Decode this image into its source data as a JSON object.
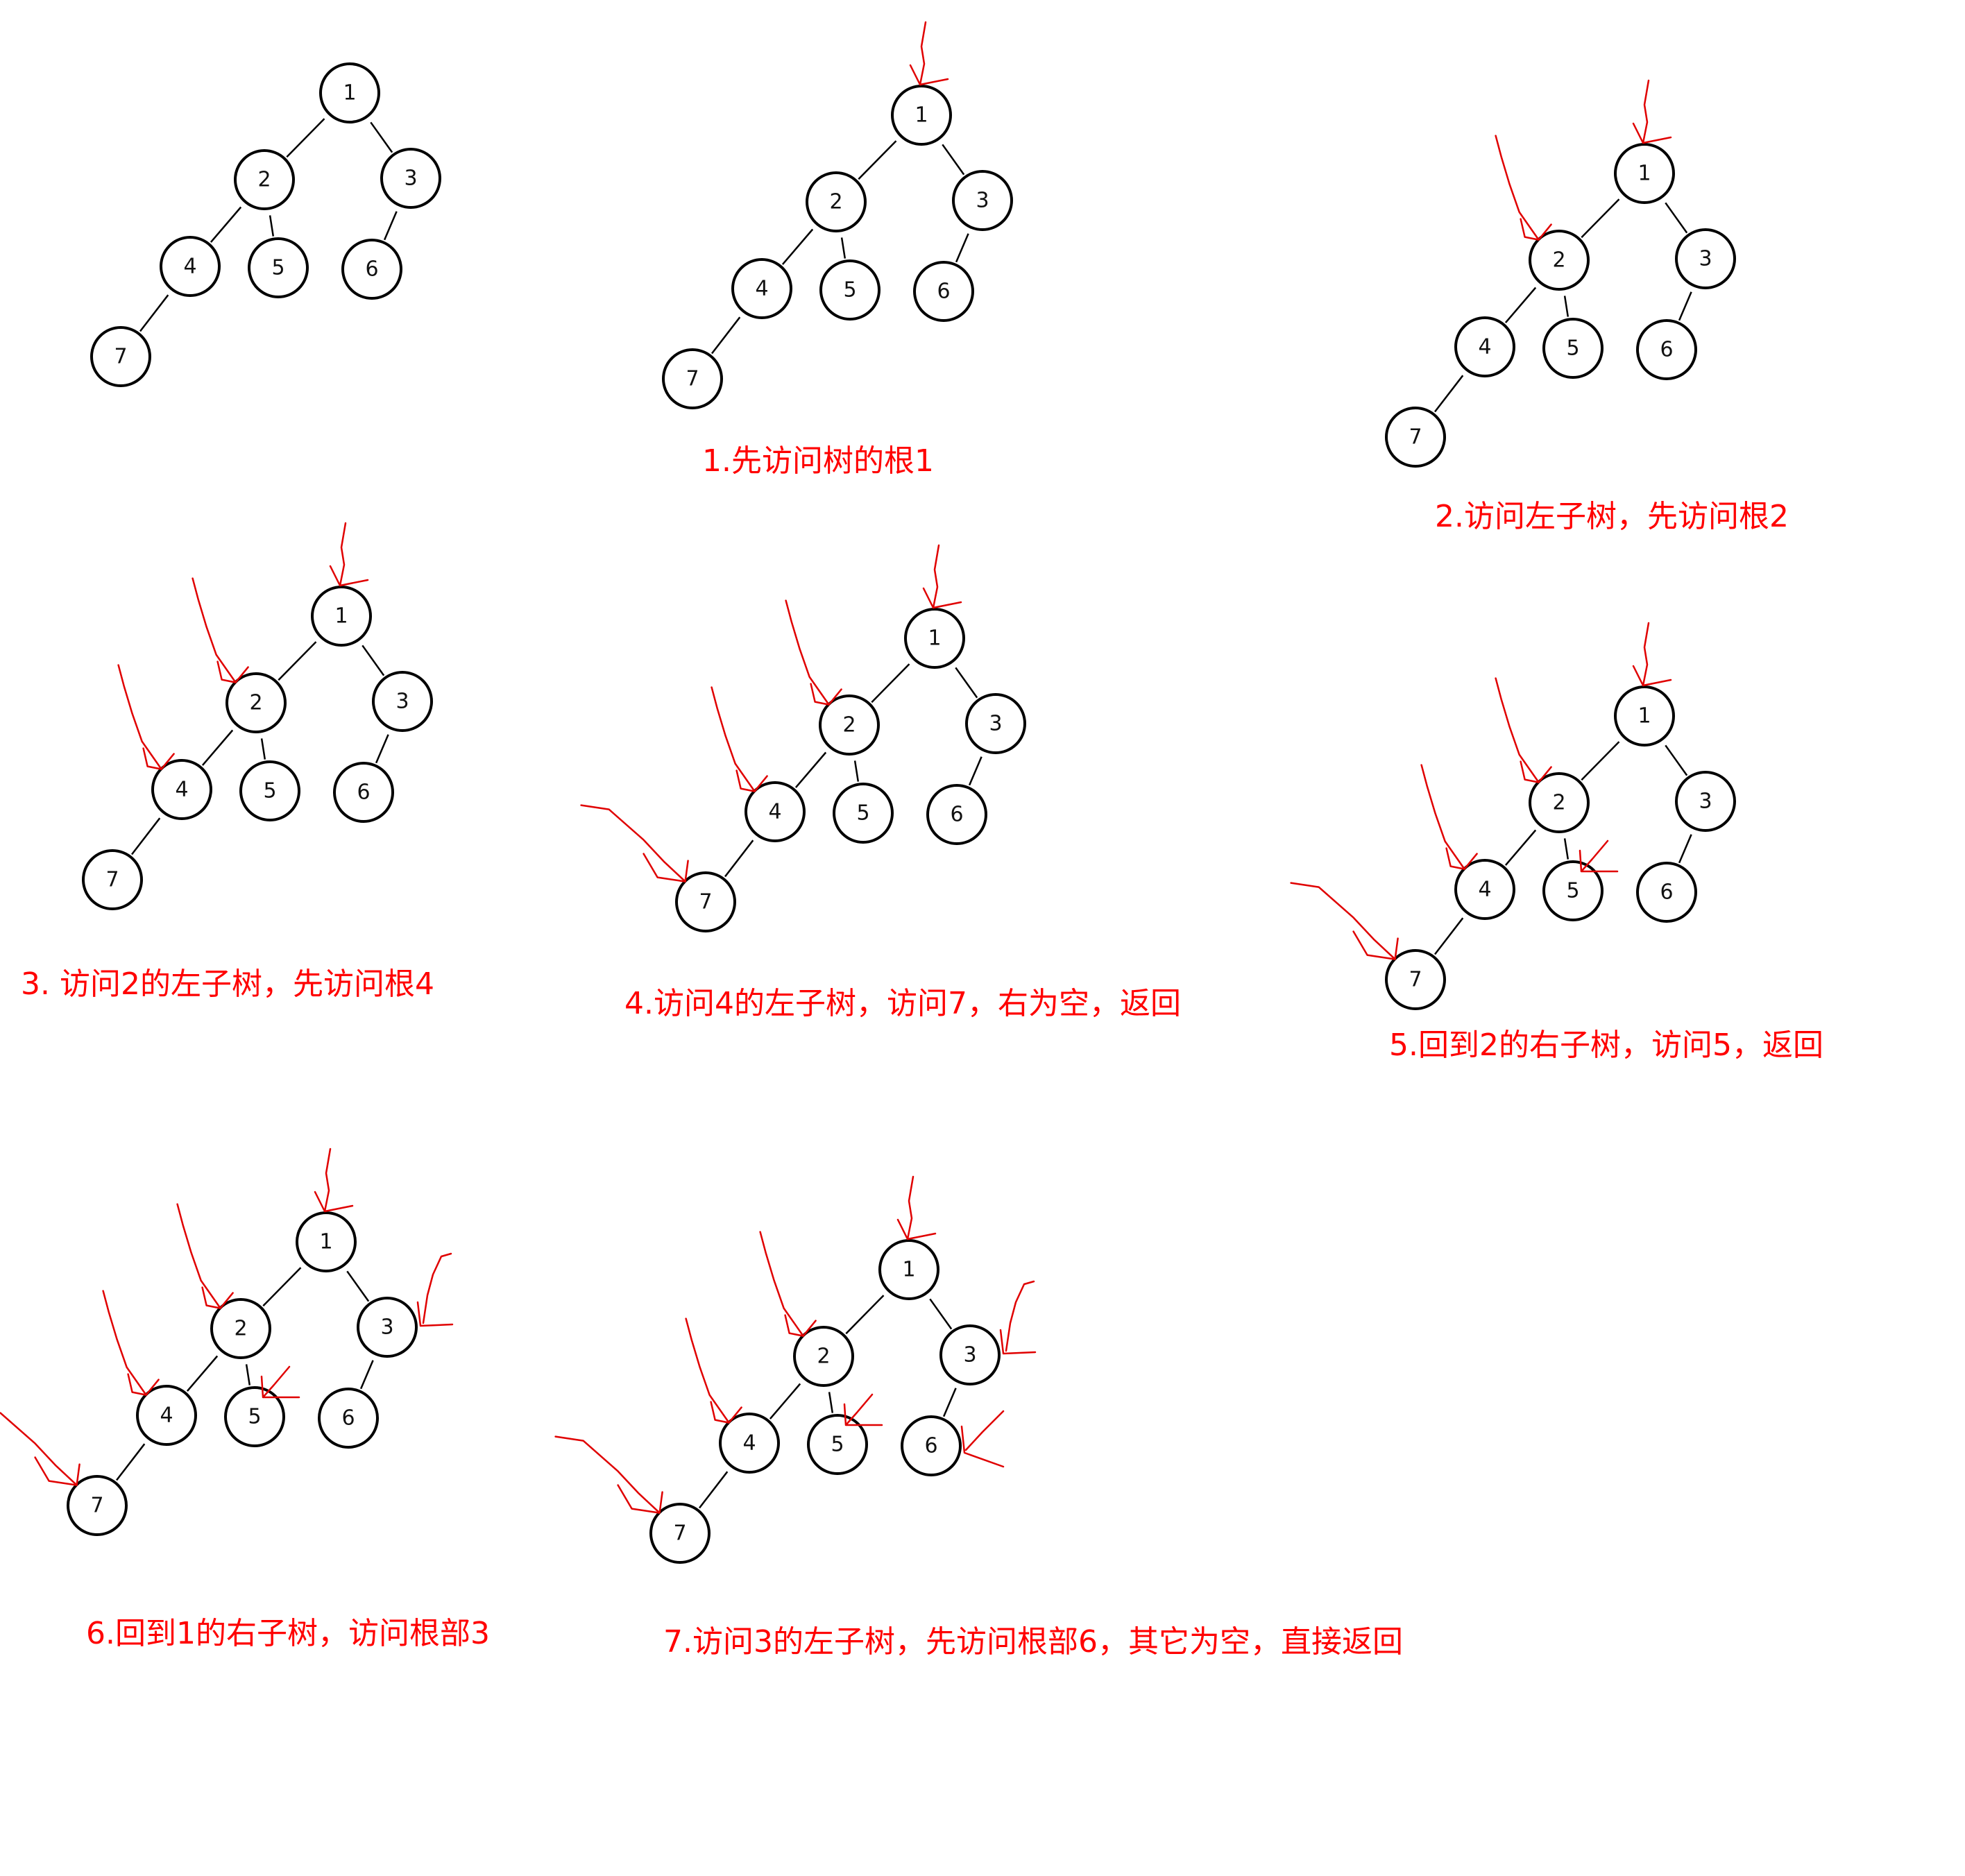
{
  "colors": {
    "node_stroke": "#000000",
    "annotation": "#ff0000"
  },
  "tree": {
    "nodes": [
      "1",
      "2",
      "3",
      "4",
      "5",
      "6",
      "7"
    ],
    "edges": [
      [
        "1",
        "2"
      ],
      [
        "1",
        "3"
      ],
      [
        "2",
        "4"
      ],
      [
        "2",
        "5"
      ],
      [
        "3",
        "6"
      ],
      [
        "4",
        "7"
      ]
    ]
  },
  "panels": [
    {
      "caption": "",
      "marked": []
    },
    {
      "caption": "1.先访问树的根1",
      "marked": [
        "1"
      ]
    },
    {
      "caption": "2.访问左子树，先访问根2",
      "marked": [
        "1",
        "2"
      ]
    },
    {
      "caption": "3. 访问2的左子树，先访问根4",
      "marked": [
        "1",
        "2",
        "4"
      ]
    },
    {
      "caption": "4.访问4的左子树，访问7，右为空，返回",
      "marked": [
        "1",
        "2",
        "4",
        "7"
      ]
    },
    {
      "caption": "5.回到2的右子树，访问5，返回",
      "marked": [
        "1",
        "2",
        "4",
        "7",
        "5"
      ]
    },
    {
      "caption": "6.回到1的右子树，访问根部3",
      "marked": [
        "1",
        "2",
        "4",
        "7",
        "5",
        "3"
      ]
    },
    {
      "caption": "7.访问3的左子树，先访问根部6，其它为空，直接返回",
      "marked": [
        "1",
        "2",
        "4",
        "7",
        "5",
        "3",
        "6"
      ]
    }
  ]
}
